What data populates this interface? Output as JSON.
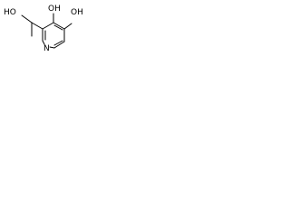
{
  "structure": {
    "atoms": {
      "hydroxyl_ethyl": "HO",
      "hydroxyl_3": "OH",
      "hydroxyl_4": "OH",
      "ring_nitrogen": "N"
    },
    "colors": {
      "bond": "#000000",
      "text": "#000000",
      "background": "#ffffff"
    }
  }
}
